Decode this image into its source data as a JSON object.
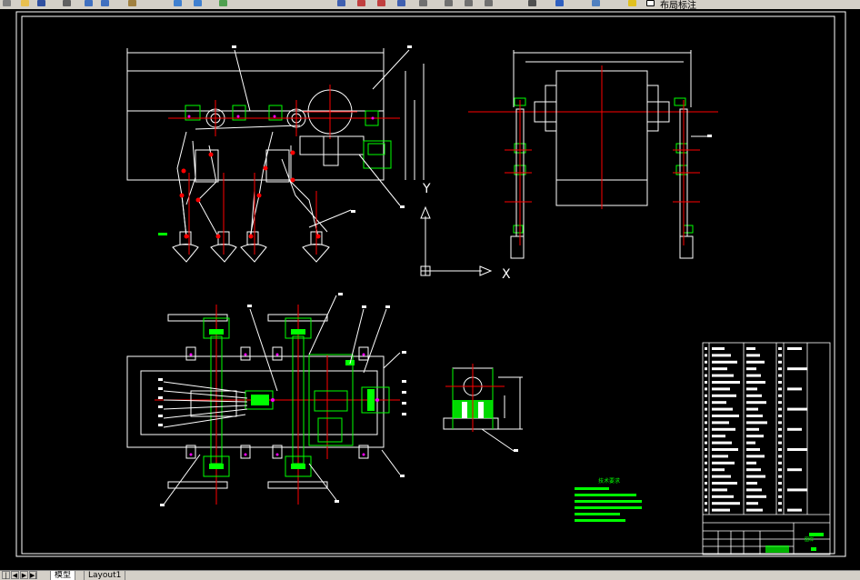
{
  "toolbar": {
    "text_right": "布局标注",
    "icons": [
      "grip-icon",
      "open-icon",
      "save-icon",
      "plot-icon",
      "undo-icon",
      "redo-icon",
      "pan-icon",
      "zoom-realtime-icon",
      "zoom-window-icon",
      "zoom-previous-icon",
      "properties-icon",
      "text-style-icon",
      "dim-style-icon",
      "table-style-icon",
      "layer-icon",
      "layer-state-icon",
      "match-layer-icon",
      "layer-previous-icon"
    ]
  },
  "drawing": {
    "ucs": {
      "x_label": "X",
      "y_label": "Y"
    },
    "technical_requirements_title": "技术要求",
    "title_block_label": "图样"
  },
  "tabs": {
    "nav": [
      "|◀",
      "◀",
      "▶",
      "▶|"
    ],
    "items": [
      {
        "label": "模型",
        "active": true
      },
      {
        "label": "Layout1",
        "active": false
      }
    ]
  },
  "colors": {
    "background": "#000000",
    "lines": "#ffffff",
    "parts": "#00ff00",
    "centers": "#ff0000",
    "magenta": "#ff00ff",
    "yellow": "#ffff00"
  }
}
